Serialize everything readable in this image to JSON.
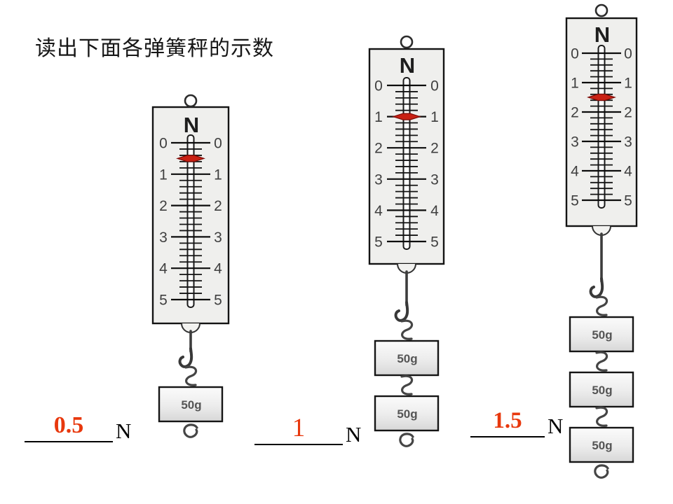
{
  "title": "读出下面各弹簧秤的示数",
  "scales": [
    {
      "unit_label": "N",
      "tick_labels": [
        "0",
        "1",
        "2",
        "3",
        "4",
        "5"
      ],
      "reading_n": 0.5,
      "weights": [
        "50g"
      ]
    },
    {
      "unit_label": "N",
      "tick_labels": [
        "0",
        "1",
        "2",
        "3",
        "4",
        "5"
      ],
      "reading_n": 1,
      "weights": [
        "50g",
        "50g"
      ]
    },
    {
      "unit_label": "N",
      "tick_labels": [
        "0",
        "1",
        "2",
        "3",
        "4",
        "5"
      ],
      "reading_n": 1.5,
      "weights": [
        "50g",
        "50g",
        "50g"
      ]
    }
  ],
  "answers": [
    {
      "value": "0.5",
      "unit": "N"
    },
    {
      "value": "1",
      "unit": "N"
    },
    {
      "value": "1.5",
      "unit": "N"
    }
  ],
  "colors": {
    "pointer_red": "#c92114",
    "pointer_edge": "#7d0b06",
    "answer_red": "#e8380d",
    "body_fill": "#efefed",
    "ink": "#111111"
  }
}
